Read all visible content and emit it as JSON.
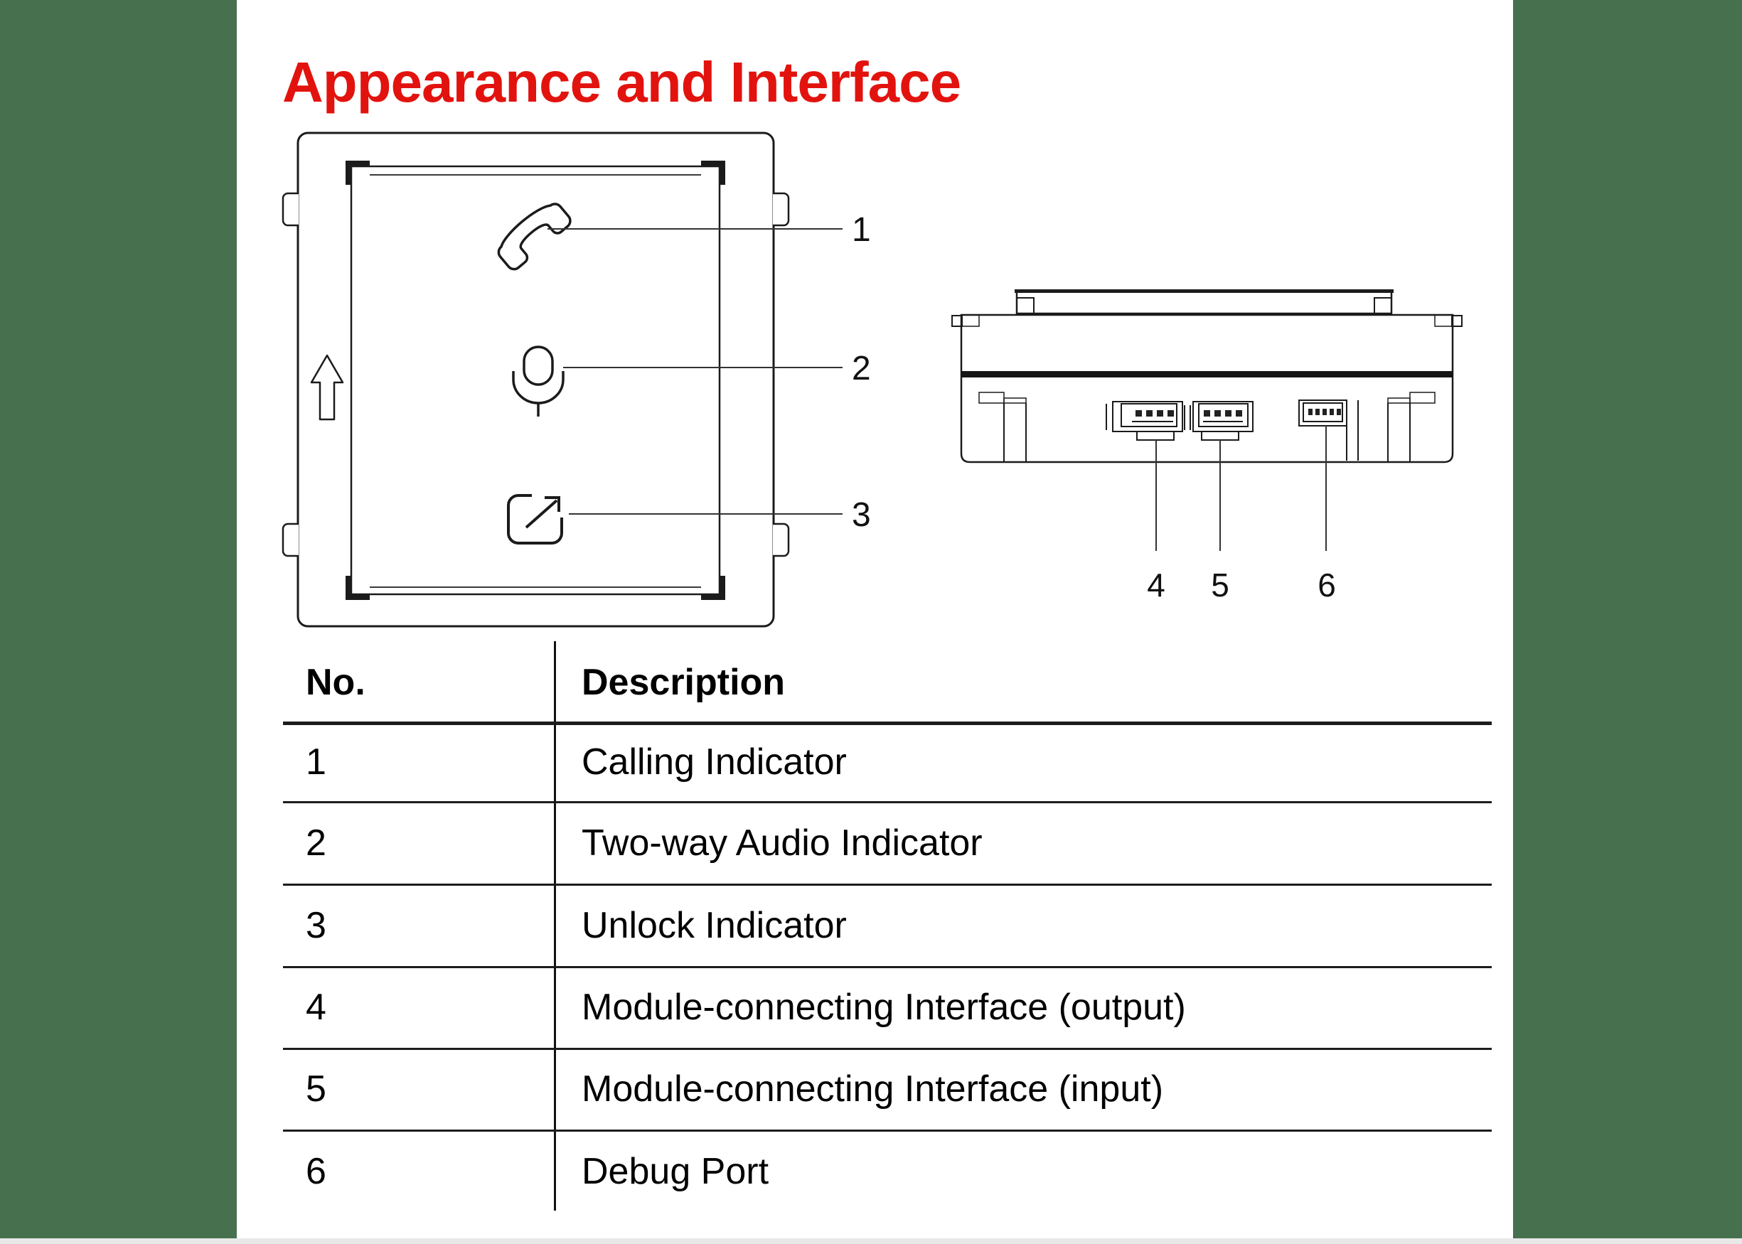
{
  "title": {
    "text": "Appearance and Interface",
    "color": "#e2130e"
  },
  "colors": {
    "accent_red": "#e2130e",
    "sidebar_green": "#47714e",
    "line_art": "#1b1b1b",
    "bottom_strip": "#e8e8e8"
  },
  "front_view": {
    "icons": [
      "phone-handset-icon",
      "microphone-icon",
      "unlock-arrow-icon",
      "up-arrow-icon"
    ],
    "labels": [
      "1",
      "2",
      "3"
    ]
  },
  "side_view": {
    "labels": [
      "4",
      "5",
      "6"
    ]
  },
  "table": {
    "headers": [
      "No.",
      "Description"
    ],
    "rows": [
      [
        "1",
        "Calling Indicator"
      ],
      [
        "2",
        "Two-way Audio Indicator"
      ],
      [
        "3",
        "Unlock Indicator"
      ],
      [
        "4",
        "Module-connecting Interface (output)"
      ],
      [
        "5",
        "Module-connecting Interface (input)"
      ],
      [
        "6",
        "Debug Port"
      ]
    ]
  }
}
